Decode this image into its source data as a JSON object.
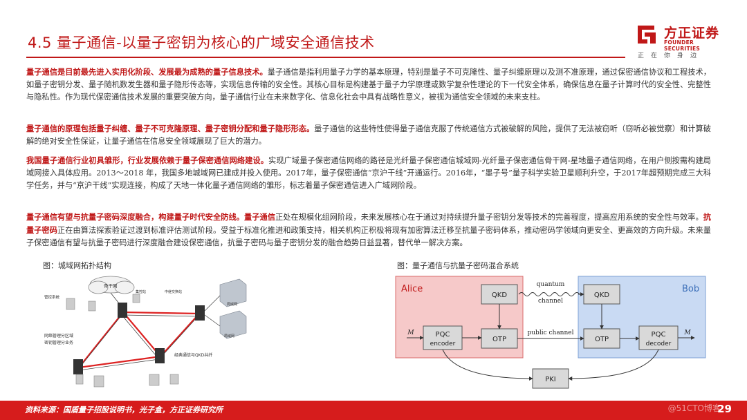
{
  "header": {
    "title": "4.5 量子通信-以量子密钥为核心的广域安全通信技术",
    "logo_cn": "方正证券",
    "logo_en": "FOUNDER SECURITIES",
    "slogan": "正在你身边"
  },
  "paragraphs": [
    {
      "lead": "量子通信是目前最先进入实用化阶段、发展最为成熟的量子信息技术。",
      "body": "量子通信是指利用量子力学的基本原理，特别是量子不可克隆性、量子纠缠原理以及测不准原理，通过保密通信协议和工程技术，如量子密钥分发、量子随机数发生器和量子隐形传态等，实现信息传输的安全性。其核心目标是构建基于量子力学原理或数学复杂性理论的下一代安全体系，确保信息在量子计算时代的安全性、完整性与隐私性。作为现代保密通信技术发展的重要突破方向，量子通信行业在未来数字化、信息化社会中具有战略性意义，被视为通信安全领域的未来支柱。"
    },
    {
      "lead": "量子通信的原理包括量子纠缠、量子不可克隆原理、量子密钥分配和量子隐形形态。",
      "body": "量子通信的这些特性使得量子通信克服了传统通信方式被破解的风险，提供了无法被窃听（窃听必被觉察）和计算破解的绝对安全性保证，让量子通信在信息安全领域展现了巨大的潜力。"
    },
    {
      "lead": "我国量子通信行业初具雏形，行业发展依赖于量子保密通信网络建设。",
      "body": "实现广域量子保密通信网络的路径是光纤量子保密通信城域网-光纤量子保密通信骨干网-星地量子通信网络，在用户侧按需构建局域网接入具体应用。2013～2018 年，我国多地城域网已建成并投入使用。2017年，量子保密通信“京沪干线”开通运行。2016年，“墨子号”量子科学实验卫星顺利升空，于2017年超预期完成三大科学任务，并与“京沪干线”实现连接，构成了天地一体化量子通信网络的雏形，标志着量子保密通信进入广域网阶段。"
    },
    {
      "lead": "量子通信有望与抗量子密码深度融合，构建量子时代安全防线。",
      "lead2": "量子通信",
      "body": "正处在规模化组网阶段，未来发展核心在于通过对持续提升量子密钥分发等技术的完善程度，提高应用系统的安全性与效率。",
      "lead3": "抗量子密码",
      "body2": "正在由算法探索验证过渡到标准评估测试阶段。受益于标准化推进和政策支持，相关机构正积极将现有加密算法迁移至抗量子密码体系，推动密码学领域向更安全、更高效的方向升级。未来量子保密通信有望与抗量子密码进行深度融合建设保密通信，抗量子密码与量子密钥分发的融合趋势日益显著，替代单一解决方案。"
    }
  ],
  "figures": {
    "left_caption": "图：城域网拓扑结构",
    "right_caption": "图：量子通信与抗量子密码混合系统",
    "left_labels": {
      "cloud": "骨干网",
      "mgmt": "管控系统",
      "relay": "集控站",
      "trusted_relay": "中继交换站",
      "domain_net1": "局域网",
      "domain_net2": "局域网",
      "subdomain": "网络管理分区域",
      "subdomain2": "密钥管理分业务",
      "fiber": "经典通信与QKD共纤"
    },
    "right_labels": {
      "alice": "Alice",
      "bob": "Bob",
      "qkd": "QKD",
      "otp": "OTP",
      "pqc_encoder_1": "PQC",
      "pqc_encoder_2": "encoder",
      "pqc_decoder_1": "PQC",
      "pqc_decoder_2": "decoder",
      "pki": "PKI",
      "quantum_channel_1": "quantum",
      "quantum_channel_2": "channel",
      "public_channel": "public channel",
      "m_in": "M",
      "m_out": "M"
    },
    "colors": {
      "alice_bg": "#f6c9c9",
      "alice_border": "#d96b6b",
      "bob_bg": "#c9daf3",
      "bob_border": "#7ea2d6",
      "accent_red": "#c01818"
    }
  },
  "footer": {
    "source": "资料来源：国盾量子招股说明书，光子盒，方正证券研究所",
    "page": "29",
    "watermark": "@51CTO博客"
  }
}
